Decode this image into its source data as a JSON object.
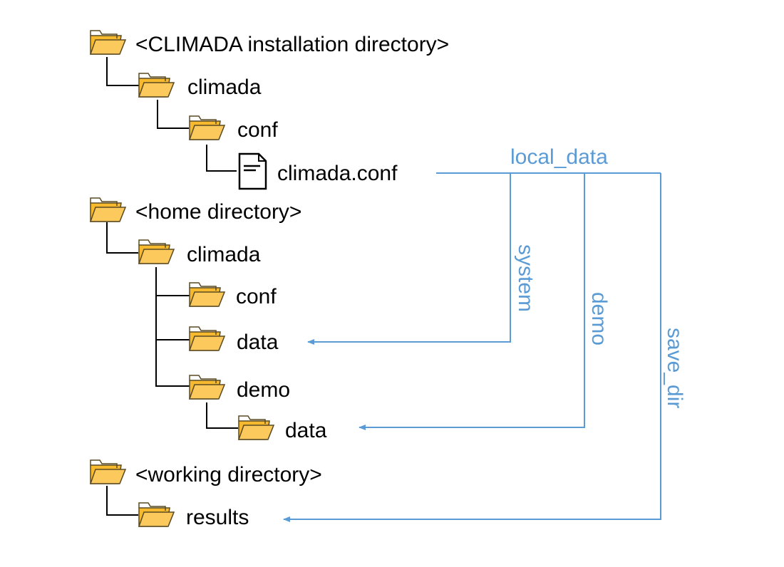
{
  "colors": {
    "folder_fill": "#FCC95C",
    "folder_tab": "#F7B92E",
    "folder_stroke": "#5A4A22",
    "tree_line": "#000000",
    "link": "#5B9BD5"
  },
  "tree": {
    "install_dir": "<CLIMADA installation directory>",
    "install_climada": "climada",
    "install_conf": "conf",
    "conf_file": "climada.conf",
    "home_dir": "<home directory>",
    "home_climada": "climada",
    "home_conf": "conf",
    "home_data": "data",
    "home_demo": "demo",
    "demo_data": "data",
    "working_dir": "<working directory>",
    "results": "results"
  },
  "links": {
    "local_data": "local_data",
    "system": "system",
    "demo": "demo",
    "save_dir": "save_dir"
  },
  "icons": {
    "folder": "folder-icon",
    "file": "file-icon"
  }
}
